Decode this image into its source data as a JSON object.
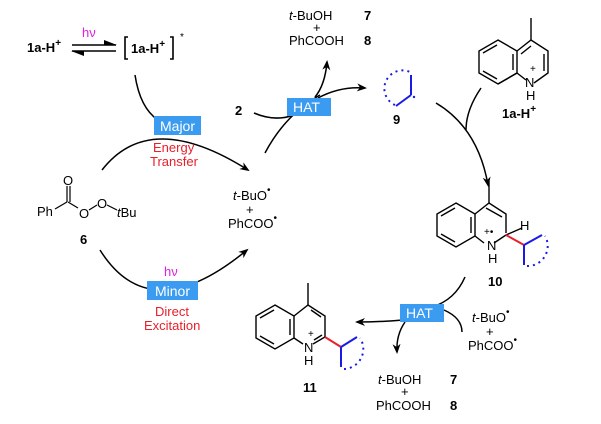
{
  "equilibrium": {
    "left": "1a-H",
    "left_sup": "+",
    "light": "hν",
    "right": "1a-H",
    "right_sup": "+",
    "excited_mark": "*"
  },
  "pathways": {
    "major": {
      "label": "Major",
      "desc_line1": "Energy",
      "desc_line2": "Transfer"
    },
    "minor": {
      "label": "Minor",
      "light": "hν",
      "desc_line1": "Direct",
      "desc_line2": "Excitation"
    }
  },
  "peroxide": {
    "ph": "Ph",
    "o_carbonyl": "O",
    "o1": "O",
    "o2": "O",
    "tbu_t": "t",
    "tbu": "Bu",
    "number": "6"
  },
  "radicals_center": {
    "line1_t": "t",
    "line1": "-BuO",
    "dot": "•",
    "plus": "+",
    "line2": "PhCOO"
  },
  "hat_top": {
    "label": "HAT",
    "reagent": "2",
    "products": {
      "line1_t": "t",
      "line1": "-BuOH",
      "num1": "7",
      "plus": "+",
      "line2": "PhCOOH",
      "num2": "8"
    },
    "radical_number": "9"
  },
  "quinolinium": {
    "n": "N",
    "h": "H",
    "charge": "+",
    "label": "1a-H",
    "label_sup": "+"
  },
  "adduct": {
    "n": "N",
    "h": "H",
    "h2": "H",
    "charge": "+•",
    "number": "10"
  },
  "hat_bottom": {
    "label": "HAT",
    "reagents": {
      "line1_t": "t",
      "line1": "-BuO",
      "plus": "+",
      "line2": "PhCOO"
    },
    "products": {
      "line1_t": "t",
      "line1": "-BuOH",
      "num1": "7",
      "plus": "+",
      "line2": "PhCOOH",
      "num2": "8"
    }
  },
  "product": {
    "n": "N",
    "h": "H",
    "charge": "+",
    "number": "11"
  },
  "colors": {
    "box": "#3a9bf0",
    "red": "#e8202a",
    "magenta": "#e020e0",
    "blue": "#1a1ae6"
  }
}
